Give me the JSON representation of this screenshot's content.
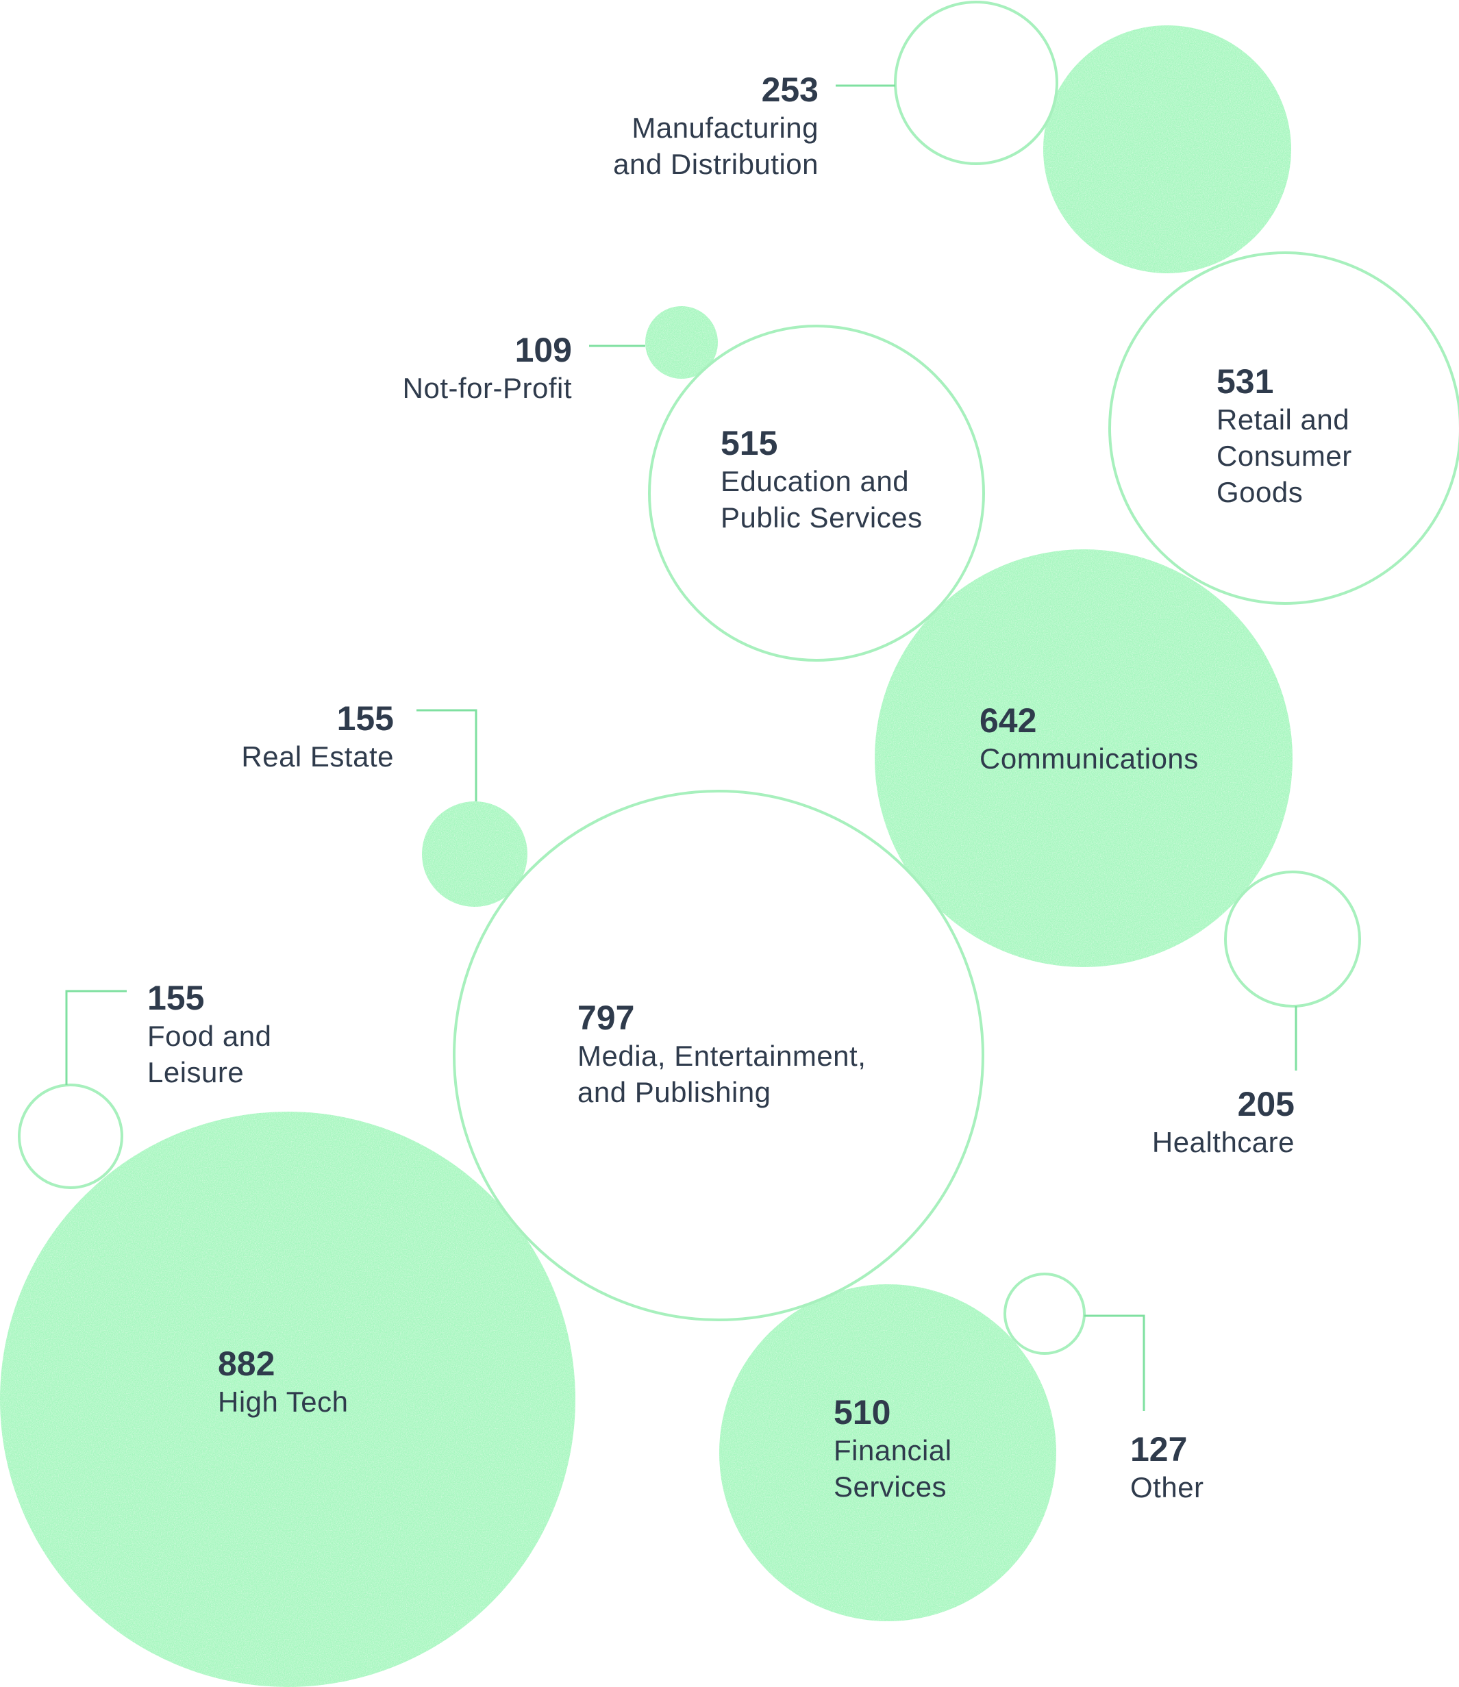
{
  "chart_data": {
    "type": "bubble",
    "title": "",
    "colors": {
      "filled": "#a7f7c0",
      "outline": "#a7f0bd",
      "text": "#2f3b4c",
      "connector": "#7fe0a0"
    },
    "points": [
      {
        "category": "Manufacturing\nand Distribution",
        "value": 253,
        "style": "outline"
      },
      {
        "category": "Not-for-Profit",
        "value": 109,
        "style": "filled"
      },
      {
        "category": "Education and\nPublic Services",
        "value": 515,
        "style": "outline"
      },
      {
        "category": "Retail and\nConsumer\nGoods",
        "value": 531,
        "style": "outline"
      },
      {
        "category": "Communications",
        "value": 642,
        "style": "filled"
      },
      {
        "category": "Real Estate",
        "value": 155,
        "style": "filled"
      },
      {
        "category": "Media, Entertainment,\nand Publishing",
        "value": 797,
        "style": "outline"
      },
      {
        "category": "Healthcare",
        "value": 205,
        "style": "outline"
      },
      {
        "category": "Food and\nLeisure",
        "value": 155,
        "style": "outline"
      },
      {
        "category": "High Tech",
        "value": 882,
        "style": "filled"
      },
      {
        "category": "Financial\nServices",
        "value": 510,
        "style": "filled"
      },
      {
        "category": "Other",
        "value": 127,
        "style": "outline"
      }
    ],
    "decorations": [
      {
        "style": "filled"
      }
    ]
  }
}
